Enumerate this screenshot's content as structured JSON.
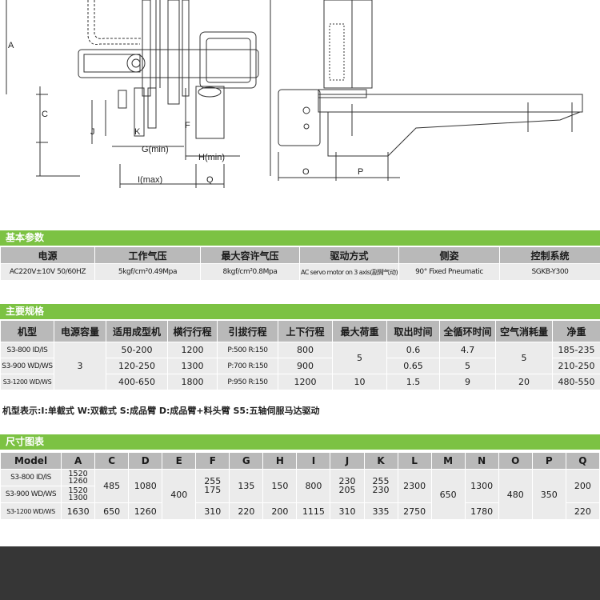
{
  "drawing": {
    "labels": {
      "A": "A",
      "C": "C",
      "J": "J",
      "K": "K",
      "F": "F",
      "G": "G(min)",
      "H": "H(min)",
      "I": "I(max)",
      "Q": "Q",
      "O": "O",
      "P": "P"
    }
  },
  "basic": {
    "title": "基本参数",
    "headers": [
      "电源",
      "工作气压",
      "最大容许气压",
      "驱动方式",
      "侧姿",
      "控制系统"
    ],
    "values": [
      "AC220V±10V 50/60HZ",
      "5kgf/cm²0.49Mpa",
      "8kgf/cm²0.8Mpa",
      "AC servo motor on 3 axis(副臂气动)",
      "90° Fixed Pneumatic",
      "SGKB-Y300"
    ]
  },
  "specs": {
    "title": "主要规格",
    "headers": [
      "机型",
      "电源容量",
      "适用成型机",
      "横行行程",
      "引拔行程",
      "上下行程",
      "最大荷重",
      "取出时间",
      "全循环时间",
      "空气消耗量",
      "净重"
    ],
    "power": "3",
    "load_shared": "5",
    "air_shared": "5",
    "rows": [
      {
        "model": "S3-800 ID/IS",
        "machine": "50-200",
        "traverse": "1200",
        "pull": "P:500 R:150",
        "updown": "800",
        "take": "0.6",
        "cycle": "4.7",
        "weight": "185-235"
      },
      {
        "model": "S3-900 WD/WS",
        "machine": "120-250",
        "traverse": "1300",
        "pull": "P:700 R:150",
        "updown": "900",
        "take": "0.65",
        "cycle": "5",
        "weight": "210-250"
      },
      {
        "model": "S3-1200 WD/WS",
        "machine": "400-650",
        "traverse": "1800",
        "pull": "P:950 R:150",
        "updown": "1200",
        "load": "10",
        "take": "1.5",
        "cycle": "9",
        "air": "20",
        "weight": "480-550"
      }
    ],
    "note": "机型表示:I:单截式 W:双截式 S:成品臂 D:成品臂+料头臂 S5:五轴伺服马达驱动"
  },
  "dims": {
    "title": "尺寸图表",
    "headers": [
      "Model",
      "A",
      "C",
      "D",
      "E",
      "F",
      "G",
      "H",
      "I",
      "J",
      "K",
      "L",
      "M",
      "N",
      "O",
      "P",
      "Q"
    ],
    "r1": {
      "model": "S3-800 ID/IS",
      "A": [
        "1520",
        "1260"
      ],
      "C": "485",
      "D": "1080",
      "F": [
        "255",
        "175"
      ],
      "G": "135",
      "H": "150",
      "I": "800",
      "J": [
        "230",
        "205"
      ],
      "K": [
        "255",
        "230"
      ],
      "L": "2300",
      "N": "1300",
      "Q": "200"
    },
    "r2": {
      "model": "S3-900 WD/WS",
      "A": [
        "1520",
        "1300"
      ]
    },
    "r3": {
      "model": "S3-1200 WD/WS",
      "A": "1630",
      "C": "650",
      "D": "1260",
      "F": "310",
      "G": "220",
      "H": "200",
      "I": "1115",
      "J": "310",
      "K": "335",
      "L": "2750",
      "N": "1780",
      "Q": "220"
    },
    "E": "400",
    "M": "650",
    "O": "480",
    "P": "350"
  }
}
